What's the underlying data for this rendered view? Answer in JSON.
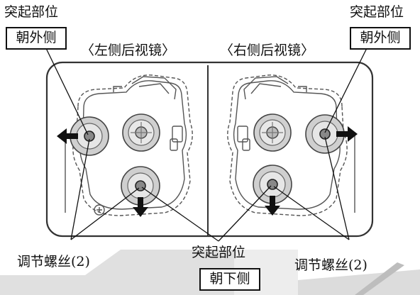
{
  "labels": {
    "protrusion_top_left": "突起部位",
    "outward_left": "朝外侧",
    "protrusion_top_right": "突起部位",
    "outward_right": "朝外侧",
    "left_mirror": "〈左侧后视镜〉",
    "right_mirror": "〈右侧后视镜〉",
    "adjust_screw_left": "调节螺丝(2)",
    "adjust_screw_right": "调节螺丝(2)",
    "protrusion_bottom": "突起部位",
    "downward": "朝下侧"
  },
  "colors": {
    "line": "#111111",
    "panel_border": "#333333",
    "drawing": "#555555",
    "knob_fill": "#c8c8c8",
    "band": "#d9d9d9"
  }
}
